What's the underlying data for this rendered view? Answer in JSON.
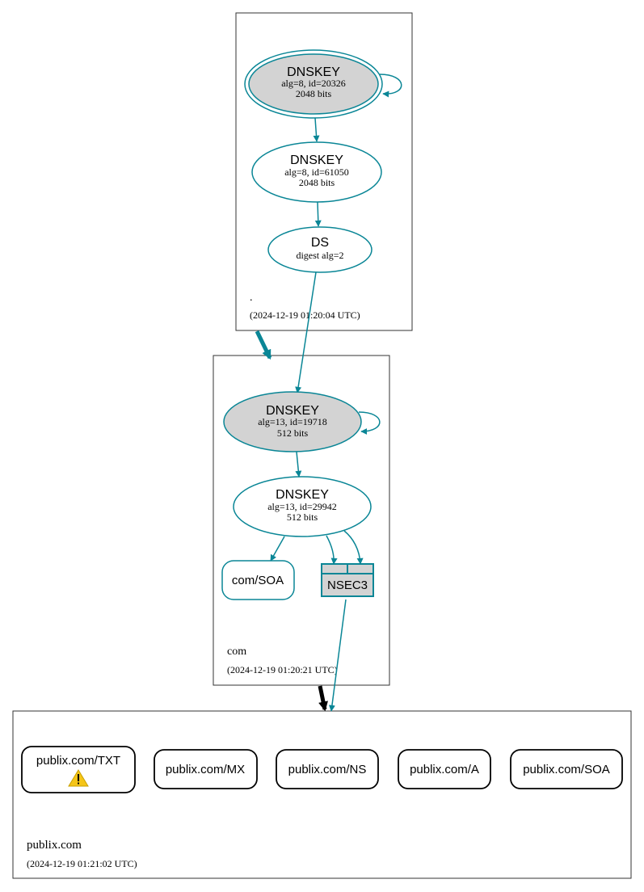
{
  "zones": {
    "root": {
      "name": ".",
      "timestamp": "(2024-12-19 01:20:04 UTC)"
    },
    "com": {
      "name": "com",
      "timestamp": "(2024-12-19 01:20:21 UTC)"
    },
    "publix": {
      "name": "publix.com",
      "timestamp": "(2024-12-19 01:21:02 UTC)"
    }
  },
  "nodes": {
    "root_ksk": {
      "title": "DNSKEY",
      "line1": "alg=8, id=20326",
      "line2": "2048 bits"
    },
    "root_zsk": {
      "title": "DNSKEY",
      "line1": "alg=8, id=61050",
      "line2": "2048 bits"
    },
    "root_ds": {
      "title": "DS",
      "line1": "digest alg=2"
    },
    "com_ksk": {
      "title": "DNSKEY",
      "line1": "alg=13, id=19718",
      "line2": "512 bits"
    },
    "com_zsk": {
      "title": "DNSKEY",
      "line1": "alg=13, id=29942",
      "line2": "512 bits"
    },
    "com_soa": {
      "label": "com/SOA"
    },
    "com_nsec3": {
      "label": "NSEC3"
    }
  },
  "rrsets": [
    {
      "label": "publix.com/TXT",
      "warning_icon": "warning-triangle-icon"
    },
    {
      "label": "publix.com/MX"
    },
    {
      "label": "publix.com/NS"
    },
    {
      "label": "publix.com/A"
    },
    {
      "label": "publix.com/SOA"
    }
  ],
  "colors": {
    "edge": "#0a8696",
    "zone_border": "#333333",
    "key_fill_trusted": "#d3d3d3",
    "warning": "#f5c518"
  }
}
